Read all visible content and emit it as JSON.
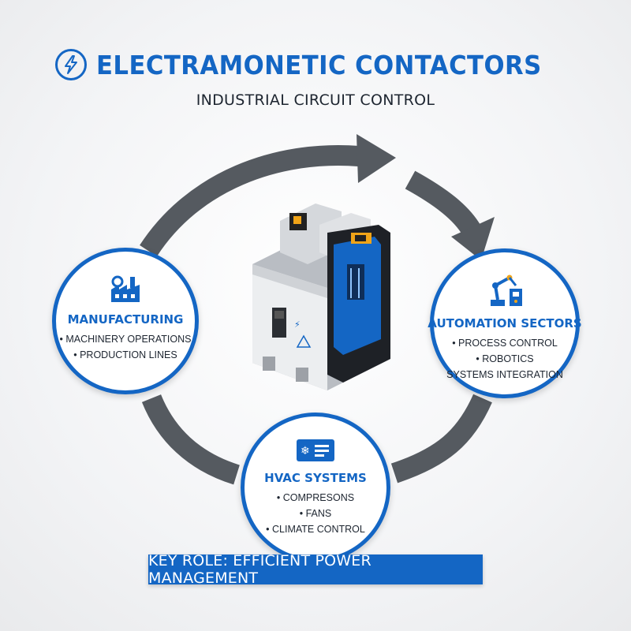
{
  "header": {
    "title": "ELECTRAMONETIC CONTACTORS",
    "subtitle": "INDUSTRIAL CIRCUIT CONTROL",
    "icon": "lightning-icon"
  },
  "device": {
    "icon": "contactor-device"
  },
  "nodes": {
    "manufacturing": {
      "label": "MANUFACTURING",
      "icon": "factory-icon",
      "items": [
        "• MACHINERY OPERATIONS",
        "• PRODUCTION LINES"
      ]
    },
    "automation": {
      "label": "AUTOMATION SECTORS",
      "icon": "robot-arm-icon",
      "items": [
        "• PROCESS CONTROL",
        "• ROBOTICS",
        "SYSTEMS INTEGRATION"
      ]
    },
    "hvac": {
      "label": "HVAC SYSTEMS",
      "icon": "thermostat-icon",
      "items": [
        "• COMPRESONS",
        "• FANS",
        "• CLIMATE CONTROL"
      ]
    }
  },
  "banner": {
    "text": "KEY ROLE: EFFICIENT POWER MANAGEMENT"
  },
  "colors": {
    "accent": "#1466c4",
    "arrow": "#555a60",
    "text": "#1d2530"
  }
}
